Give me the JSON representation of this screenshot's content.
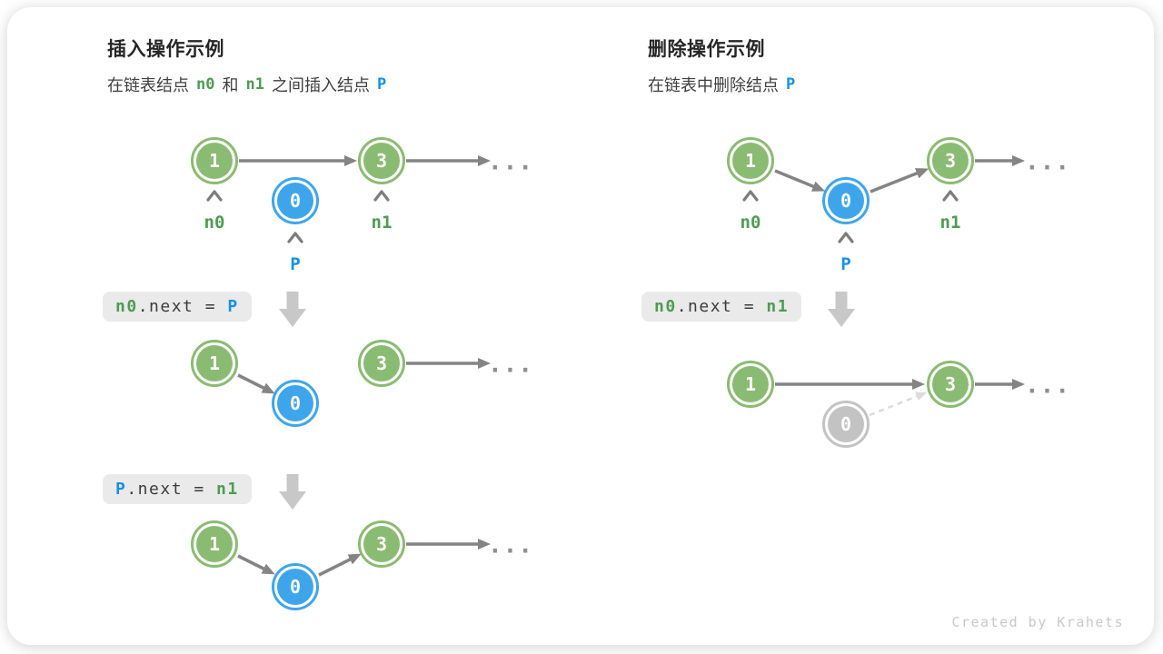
{
  "left": {
    "title": "插入操作示例",
    "subtitle": {
      "t1": "在链表结点",
      "t2": "和",
      "t3": "之间插入结点"
    },
    "chips": {
      "c1": {
        "a": "n0",
        "b": ".next = ",
        "c": "P"
      },
      "c2": {
        "a": "P",
        "b": ".next = ",
        "c": "n1"
      }
    }
  },
  "right": {
    "title": "删除操作示例",
    "subtitle": {
      "t1": "在链表中删除结点"
    },
    "chips": {
      "c1": {
        "a": "n0",
        "b": ".next = ",
        "c": "n1"
      }
    }
  },
  "digits": {
    "d1": "1",
    "d0": "0",
    "d3": "3"
  },
  "labels": {
    "n0": "n0",
    "n1": "n1",
    "p": "P"
  },
  "ellipsis": "...",
  "footer": "Created by Krahets",
  "colors": {
    "node_green": "#8abb72",
    "node_blue": "#3fa5eb",
    "node_gray_deleted": "#c3c3c3",
    "label_green": "#4e9b51",
    "label_blue": "#1490e6",
    "arrow_gray": "#848484",
    "dashed_arrow_gray": "#dcdcdc",
    "chip_background": "#eaeaea",
    "block_arrow_gray": "#c8c8c8"
  }
}
